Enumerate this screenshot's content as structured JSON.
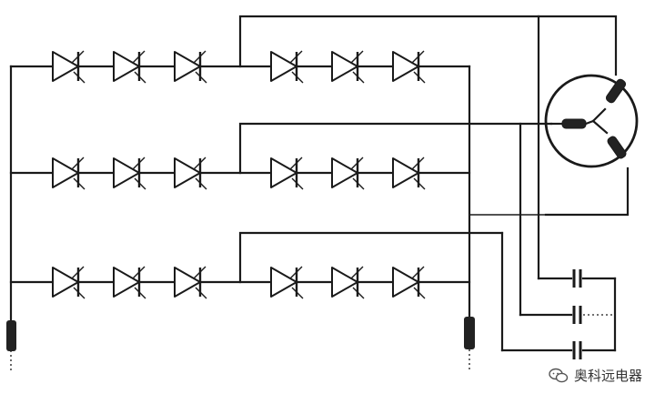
{
  "watermark": {
    "text": "奥科远电器",
    "icon": "wechat-icon"
  },
  "circuit": {
    "rows": 3,
    "diodes_per_row": 6,
    "color": "#1a1a1a"
  }
}
